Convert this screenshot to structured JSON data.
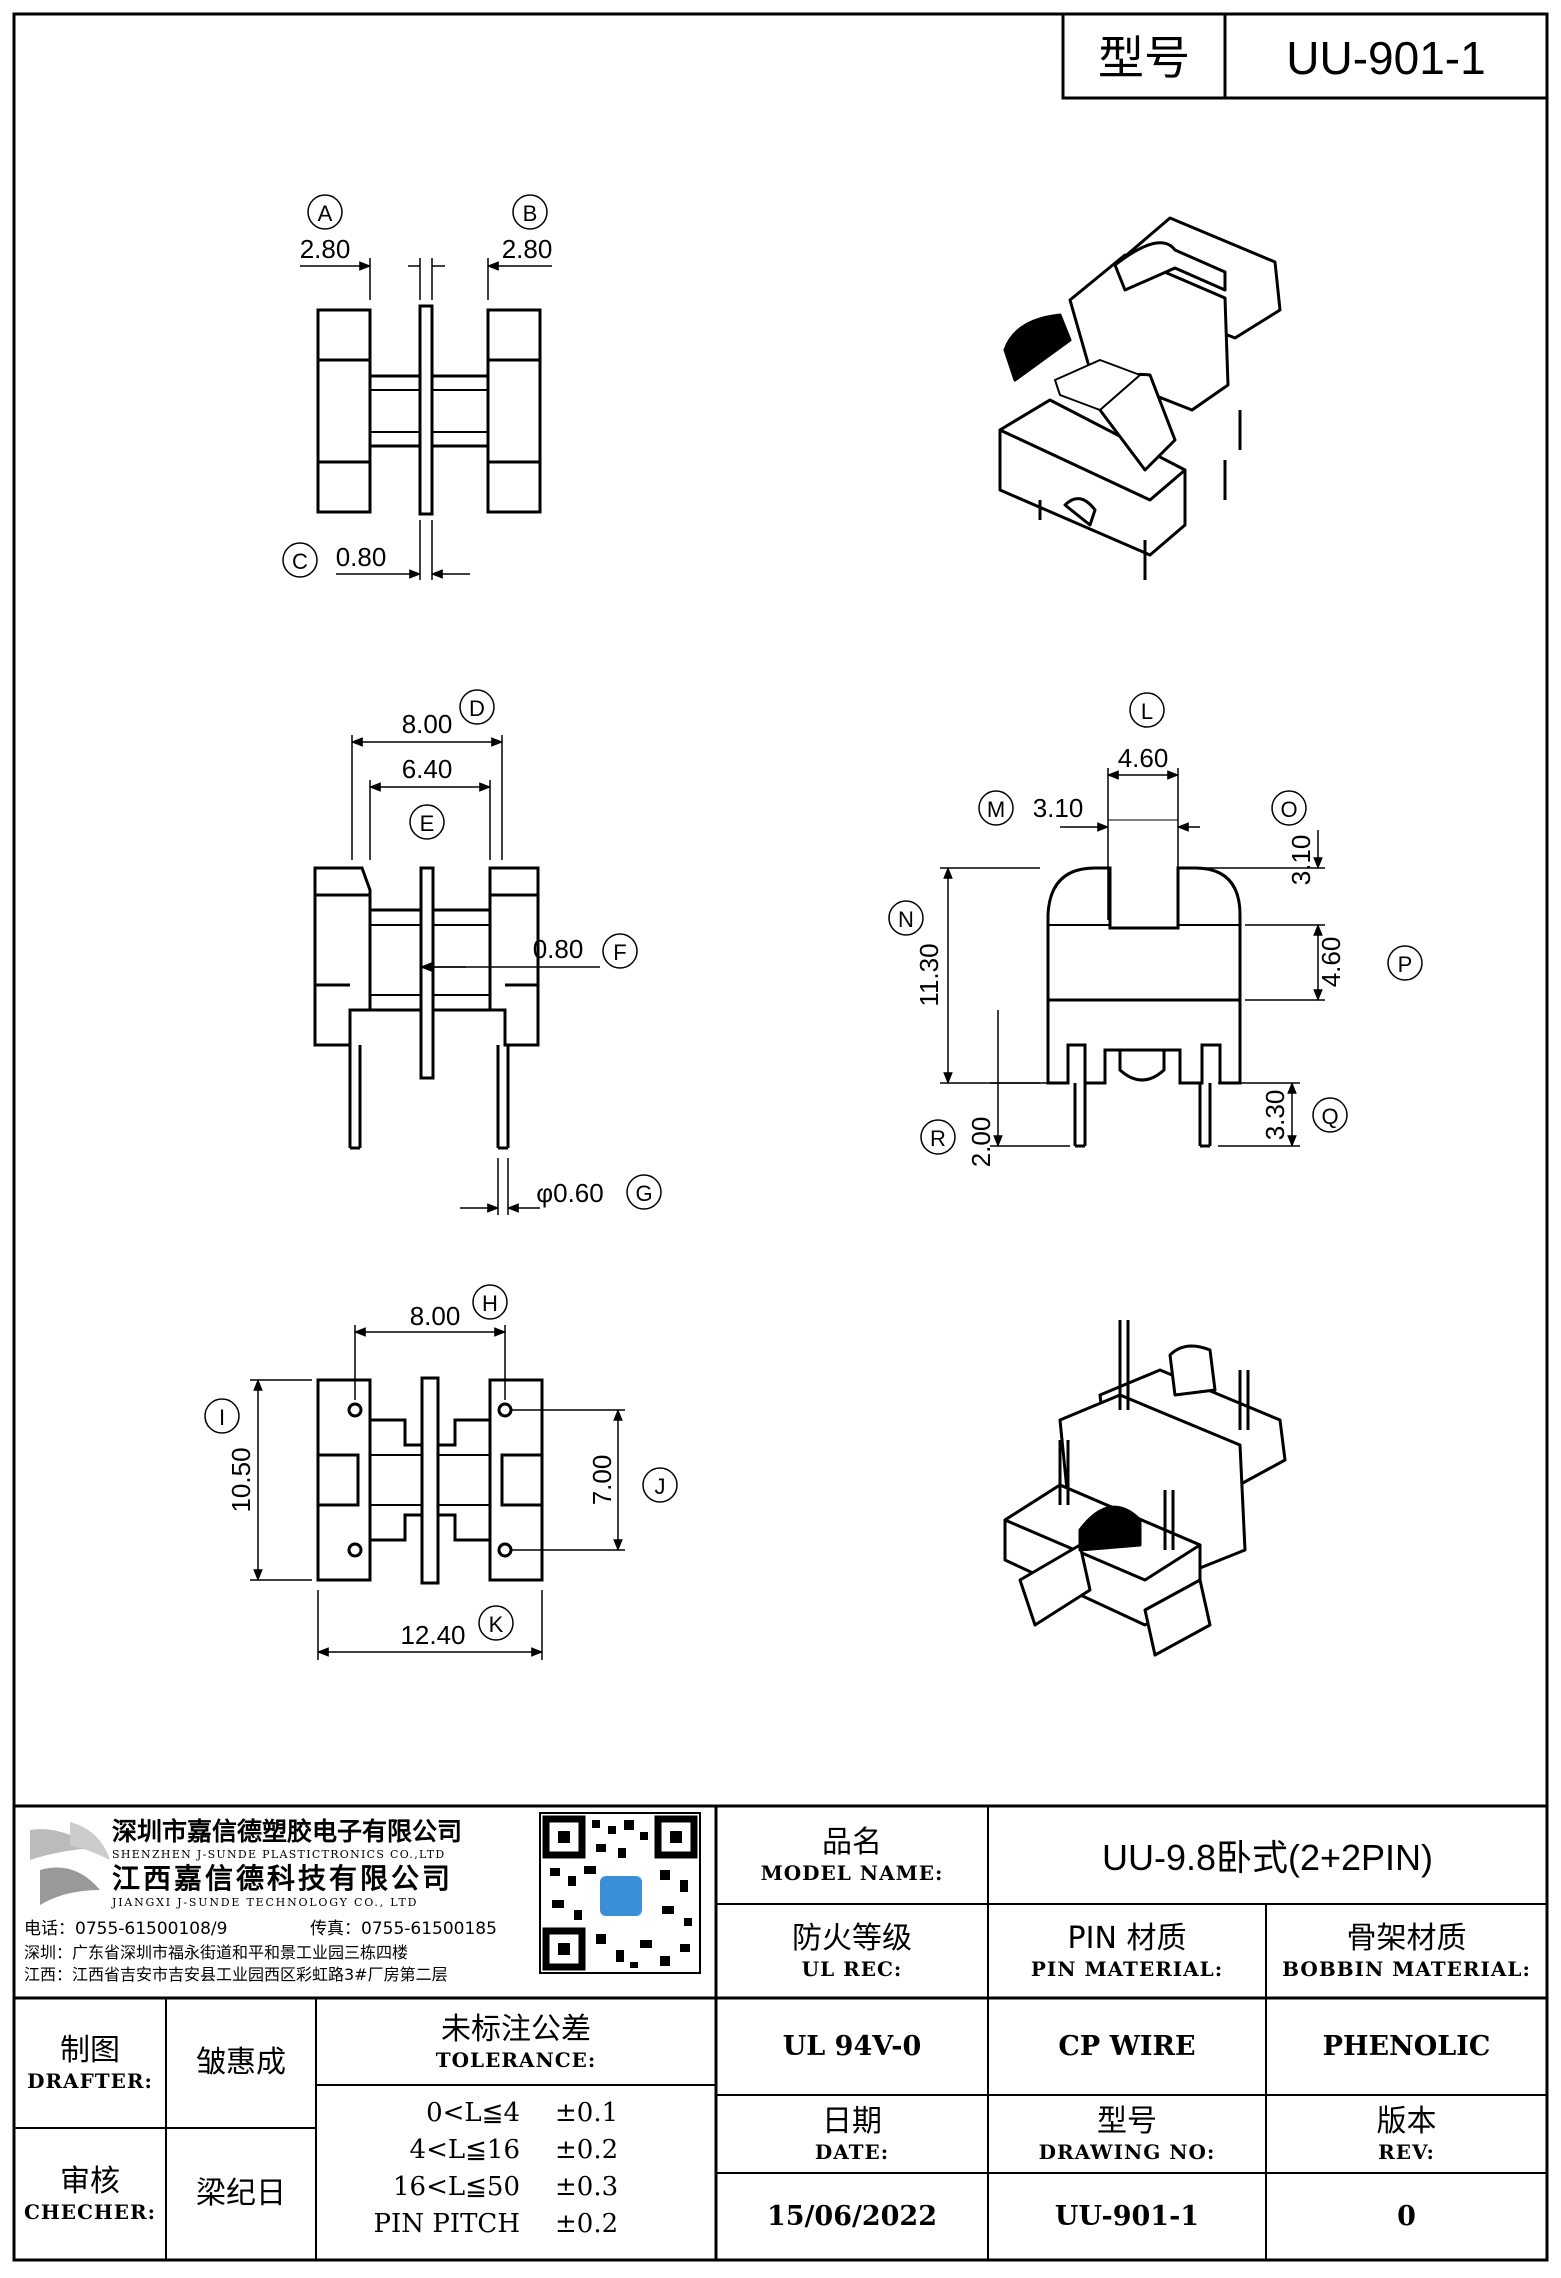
{
  "title_box": {
    "label": "型号",
    "value": "UU-901-1"
  },
  "dimensions": {
    "A": "2.80",
    "B": "2.80",
    "C": "0.80",
    "D": "8.00",
    "E": "6.40",
    "F": "0.80",
    "G": "φ0.60",
    "H": "8.00",
    "I": "10.50",
    "J": "7.00",
    "K": "12.40",
    "L": "4.60",
    "M": "3.10",
    "N": "11.30",
    "O": "3.10",
    "P": "4.60",
    "Q": "3.30",
    "R": "2.00"
  },
  "company": {
    "name_cn1": "深圳市嘉信德塑胶电子有限公司",
    "name_en1": "SHENZHEN J-SUNDE PLASTICTRONICS CO.,LTD",
    "name_cn2": "江西嘉信德科技有限公司",
    "name_en2": "JIANGXI J-SUNDE TECHNOLOGY CO., LTD",
    "phone": "电话：0755-61500108/9",
    "fax": "传真：0755-61500185",
    "addr_sz": "深圳：广东省深圳市福永街道和平和景工业园三栋四楼",
    "addr_jx": "江西：江西省吉安市吉安县工业园西区彩虹路3#厂房第二层"
  },
  "table": {
    "model_name_cn": "品名",
    "model_name_en": "MODEL NAME:",
    "model_name_value": "UU-9.8卧式(2+2PIN)",
    "ul_cn": "防火等级",
    "ul_en": "UL REC:",
    "ul_value": "UL 94V-0",
    "pin_cn": "PIN 材质",
    "pin_en": "PIN MATERIAL:",
    "pin_value": "CP WIRE",
    "bobbin_cn": "骨架材质",
    "bobbin_en": "BOBBIN MATERIAL:",
    "bobbin_value": "PHENOLIC",
    "drafter_cn": "制图",
    "drafter_en": "DRAFTER:",
    "drafter_value": "皱惠成",
    "checker_cn": "审核",
    "checker_en": "CHECHER:",
    "checker_value": "梁纪日",
    "tol_cn": "未标注公差",
    "tol_en": "TOLERANCE:",
    "tol_rows": [
      {
        "range": "0<L≦4",
        "value": "±0.1"
      },
      {
        "range": "4<L≦16",
        "value": "±0.2"
      },
      {
        "range": "16<L≦50",
        "value": "±0.3"
      },
      {
        "range": "PIN PITCH",
        "value": "±0.2"
      }
    ],
    "date_cn": "日期",
    "date_en": "DATE:",
    "date_value": "15/06/2022",
    "dwg_cn": "型号",
    "dwg_en": "DRAWING NO:",
    "dwg_value": "UU-901-1",
    "rev_cn": "版本",
    "rev_en": "REV:",
    "rev_value": "0"
  }
}
